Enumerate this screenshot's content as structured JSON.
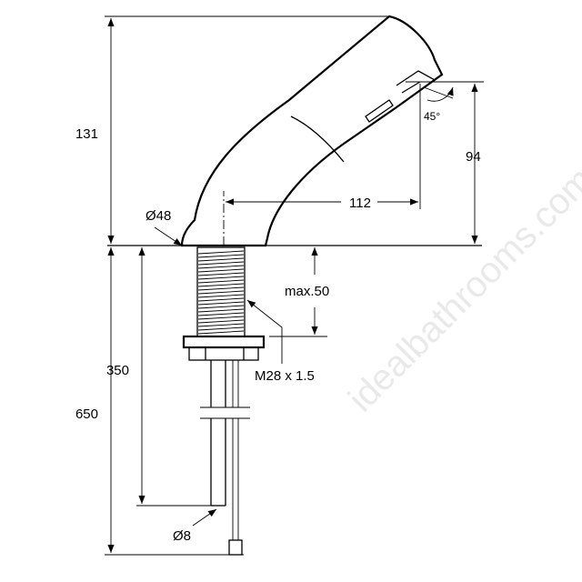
{
  "dimensions": {
    "overall_height_top": "131",
    "spout_height": "94",
    "spout_angle": "45°",
    "spout_reach": "112",
    "base_diameter": "Ø48",
    "max_deck_thickness": "max.50",
    "thread_size": "M28 x 1.5",
    "shank_length": "350",
    "overall_length_below": "650",
    "pipe_diameter": "Ø8"
  },
  "watermark": "idealbathrooms.com",
  "colors": {
    "line": "#000000",
    "background": "#ffffff",
    "watermark": "#cfcfcf"
  }
}
